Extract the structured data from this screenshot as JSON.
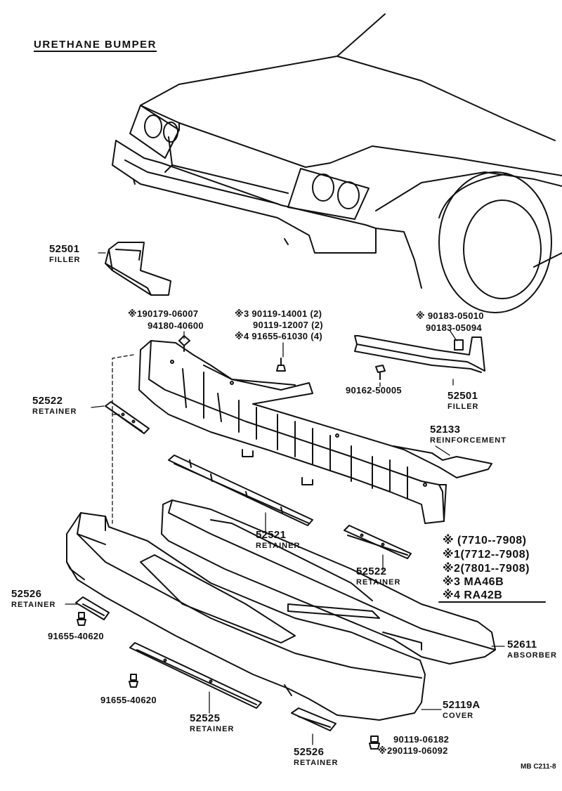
{
  "title": "URETHANE BUMPER",
  "parts": {
    "filler_left": {
      "number": "52501",
      "name": "FILLER"
    },
    "filler_right": {
      "number": "52501",
      "name": "FILLER"
    },
    "retainer_522_left": {
      "number": "52522",
      "name": "RETAINER"
    },
    "retainer_522_right": {
      "number": "52522",
      "name": "RETAINER"
    },
    "retainer_521": {
      "number": "52521",
      "name": "RETAINER"
    },
    "reinforcement": {
      "number": "52133",
      "name": "REINFORCEMENT"
    },
    "retainer_526_left": {
      "number": "52526",
      "name": "RETAINER"
    },
    "retainer_526_bottom": {
      "number": "52526",
      "name": "RETAINER"
    },
    "retainer_525": {
      "number": "52525",
      "name": "RETAINER"
    },
    "absorber": {
      "number": "52611",
      "name": "ABSORBER"
    },
    "cover": {
      "number": "52119A",
      "name": "COVER"
    }
  },
  "hardware": {
    "top_left_line1": "※190179-06007",
    "top_left_line2": "94180-40600",
    "top_mid_line1": "※3 90119-14001 (2)",
    "top_mid_line2": "90119-12007 (2)",
    "top_mid_line3": "※4 91655-61030 (4)",
    "top_right_line1": "※ 90183-05010",
    "top_right_line2": "90183-05094",
    "screw_filler": "90162-50005",
    "bolt_left_1": "91655-40620",
    "bolt_left_2": "91655-40620",
    "bottom_line1": "90119-06182",
    "bottom_line2": "※290119-06092"
  },
  "legend": [
    "※ (7710--7908)",
    "※1(7712--7908)",
    "※2(7801--7908)",
    "※3 MA46B",
    "※4 RA42B"
  ],
  "footer_code": "MB C211-8"
}
